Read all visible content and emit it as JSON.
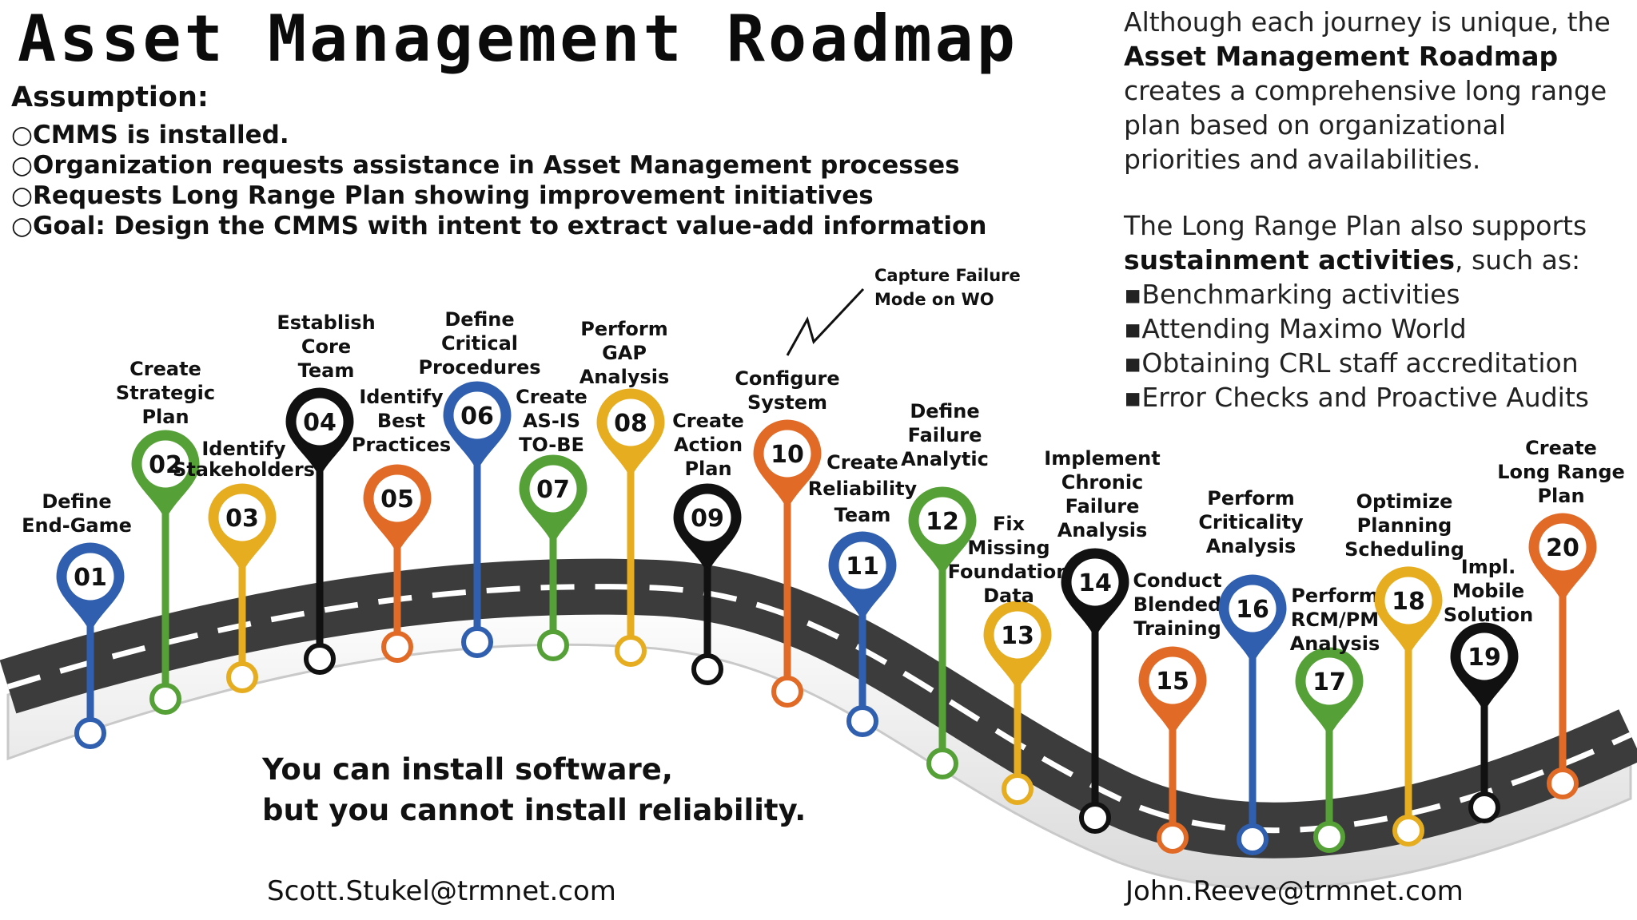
{
  "title": "Asset Management Roadmap",
  "assumptions": {
    "heading": "Assumption:",
    "items": [
      "○CMMS is installed.",
      "○Organization requests assistance in Asset Management processes",
      "○Requests Long Range Plan showing improvement initiatives",
      "○Goal: Design the CMMS with intent to extract value-add information"
    ]
  },
  "intro": {
    "p1_start": "Although each journey is unique, the",
    "p1_bold": "Asset Management Roadmap",
    "p1_end": "creates a comprehensive long range plan based on organizational priorities and availabilities.",
    "p2_start": "The Long Range Plan also supports",
    "p2_bold": "sustainment activities",
    "p2_end": ", such as:",
    "bullets": [
      "▪Benchmarking activities",
      "▪Attending Maximo World",
      "▪Obtaining CRL staff accreditation",
      "▪Error Checks and Proactive Audits"
    ]
  },
  "annotation": [
    "Capture Failure",
    "Mode on WO"
  ],
  "quote": [
    "You can install software,",
    "but you cannot install reliability."
  ],
  "emails": {
    "left": "Scott.Stukel@trmnet.com",
    "right": "John.Reeve@trmnet.com"
  },
  "colors": {
    "blue": "#2f5fae",
    "green": "#55a037",
    "yellow": "#e5ad1f",
    "black": "#111111",
    "orange": "#e06a26",
    "road": "#3c3c3c"
  },
  "steps": [
    {
      "num": "01",
      "color": "blue",
      "label": [
        "Define",
        "End-Game"
      ]
    },
    {
      "num": "02",
      "color": "green",
      "label": [
        "Create",
        "Strategic",
        "Plan"
      ]
    },
    {
      "num": "03",
      "color": "yellow",
      "label": [
        "Identify",
        "Stakeholders"
      ]
    },
    {
      "num": "04",
      "color": "black",
      "label": [
        "Establish",
        "Core",
        "Team"
      ]
    },
    {
      "num": "05",
      "color": "orange",
      "label": [
        "Identify",
        "Best",
        "Practices"
      ]
    },
    {
      "num": "06",
      "color": "blue",
      "label": [
        "Define",
        "Critical",
        "Procedures"
      ]
    },
    {
      "num": "07",
      "color": "green",
      "label": [
        "Create",
        "AS-IS",
        "TO-BE"
      ]
    },
    {
      "num": "08",
      "color": "yellow",
      "label": [
        "Perform",
        "GAP",
        "Analysis"
      ]
    },
    {
      "num": "09",
      "color": "black",
      "label": [
        "Create",
        "Action",
        "Plan"
      ]
    },
    {
      "num": "10",
      "color": "orange",
      "label": [
        "Configure",
        "System"
      ]
    },
    {
      "num": "11",
      "color": "blue",
      "label": [
        "Create",
        "Reliability",
        "Team"
      ]
    },
    {
      "num": "12",
      "color": "green",
      "label": [
        "Define",
        "Failure",
        "Analytic"
      ]
    },
    {
      "num": "13",
      "color": "yellow",
      "label": [
        "Fix",
        "Missing",
        "Foundation",
        "Data"
      ]
    },
    {
      "num": "14",
      "color": "black",
      "label": [
        "Implement",
        "Chronic",
        "Failure",
        "Analysis"
      ]
    },
    {
      "num": "15",
      "color": "orange",
      "label": [
        "Conduct",
        "Blended",
        "Training"
      ]
    },
    {
      "num": "16",
      "color": "blue",
      "label": [
        "Perform",
        "Criticality",
        "Analysis"
      ]
    },
    {
      "num": "17",
      "color": "green",
      "label": [
        "Perform",
        "RCM/PM",
        "Analysis"
      ]
    },
    {
      "num": "18",
      "color": "yellow",
      "label": [
        "Optimize",
        "Planning",
        "Scheduling"
      ]
    },
    {
      "num": "19",
      "color": "black",
      "label": [
        "Impl.",
        "Mobile",
        "Solution"
      ]
    },
    {
      "num": "20",
      "color": "orange",
      "label": [
        "Create",
        "Long Range",
        "Plan"
      ]
    }
  ]
}
